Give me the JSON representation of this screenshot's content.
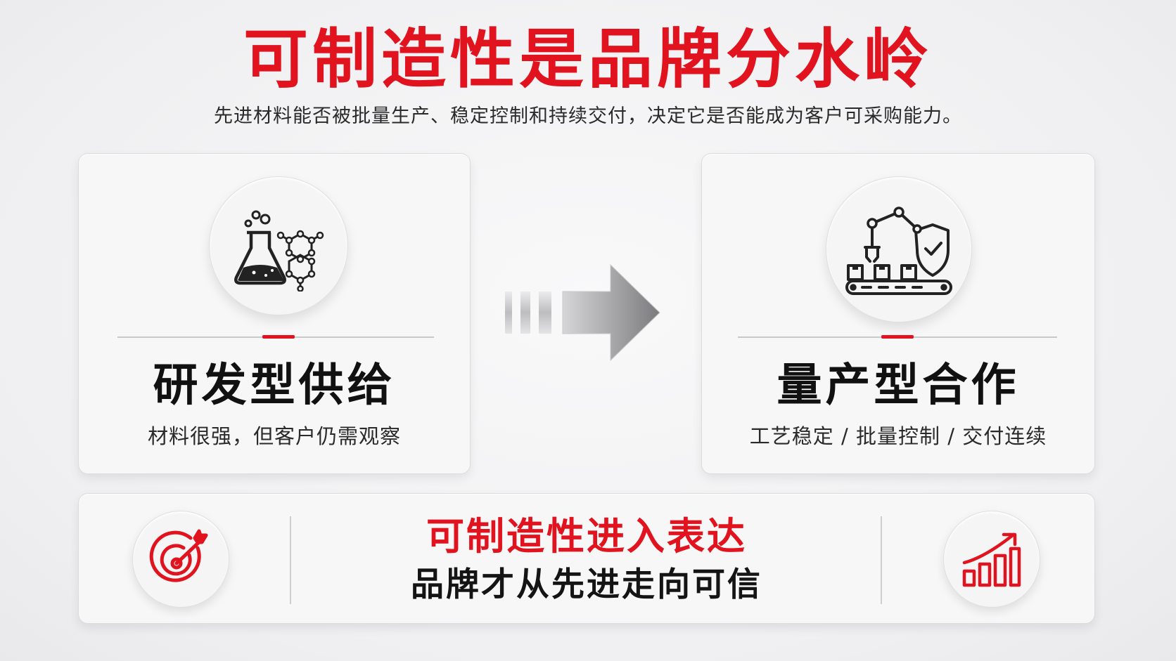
{
  "header": {
    "title": "可制造性是品牌分水岭",
    "subtitle": "先进材料能否被批量生产、稳定控制和持续交付，决定它是否能成为客户可采购能力。"
  },
  "cards": [
    {
      "icon": "chemistry-flask-molecule-icon",
      "title": "研发型供给",
      "description": "材料很强，但客户仍需观察"
    },
    {
      "icon": "robot-arm-conveyor-shield-icon",
      "title": "量产型合作",
      "description": "工艺稳定 / 批量控制 / 交付连续"
    }
  ],
  "transition": {
    "icon": "right-arrow-icon"
  },
  "banner": {
    "line1": "可制造性进入表达",
    "line2": "品牌才从先进走向可信",
    "left_icon": "target-arrow-icon",
    "right_icon": "growth-chart-icon"
  },
  "colors": {
    "accent": "#e0131e",
    "text": "#1a1a1a",
    "background": "#efeff1"
  }
}
